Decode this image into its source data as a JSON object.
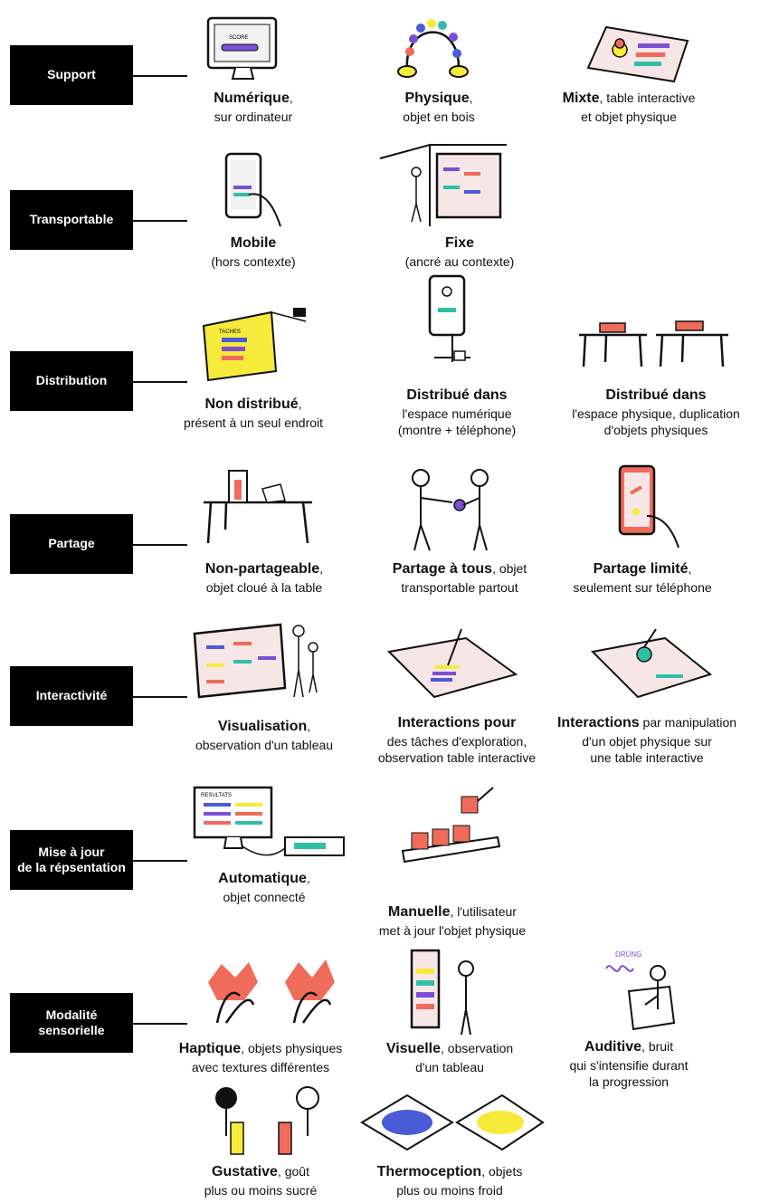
{
  "rows": [
    {
      "label": [
        "Support"
      ],
      "items": [
        {
          "bold": "Numérique",
          "rest": ",",
          "line2": "sur ordinateur"
        },
        {
          "bold": "Physique",
          "rest": ",",
          "line2": "objet en bois"
        },
        {
          "bold": "Mixte",
          "rest": ", table interactive",
          "line2": "et objet physique"
        }
      ]
    },
    {
      "label": [
        "Transportable"
      ],
      "items": [
        {
          "bold": "Mobile",
          "rest": "",
          "line2": "(hors contexte)"
        },
        {
          "bold": "Fixe",
          "rest": "",
          "line2": "(ancré au contexte)"
        }
      ]
    },
    {
      "label": [
        "Distribution"
      ],
      "items": [
        {
          "bold": "Non distribué",
          "rest": ",",
          "line2": "présent à un seul endroit"
        },
        {
          "bold": "Distribué dans",
          "rest": "",
          "line2": "l'espace numérique",
          "line3": "(montre + téléphone)"
        },
        {
          "bold": "Distribué dans",
          "rest": "",
          "line2": "l'espace physique, duplication",
          "line3": "d'objets physiques"
        }
      ]
    },
    {
      "label": [
        "Partage"
      ],
      "items": [
        {
          "bold": "Non-partageable",
          "rest": ",",
          "line2": "objet cloué à la table"
        },
        {
          "bold": "Partage à tous",
          "rest": ", objet",
          "line2": "transportable partout"
        },
        {
          "bold": "Partage limité",
          "rest": ",",
          "line2": "seulement sur téléphone"
        }
      ]
    },
    {
      "label": [
        "Interactivité"
      ],
      "items": [
        {
          "bold": "Visualisation",
          "rest": ",",
          "line2": "observation d'un tableau"
        },
        {
          "bold": "Interactions pour",
          "rest": "",
          "line2": "des tâches d'exploration,",
          "line3": "observation table interactive"
        },
        {
          "bold": "Interactions",
          "rest": " par manipulation",
          "line2": "d'un objet physique sur",
          "line3": "une table interactive"
        }
      ]
    },
    {
      "label": [
        "Mise à jour",
        "de la répsentation"
      ],
      "items": [
        {
          "bold": "Automatique",
          "rest": ",",
          "line2": "objet connecté"
        },
        {
          "bold": "Manuelle",
          "rest": ", l'utilisateur",
          "line2": "met à jour l'objet physique"
        }
      ]
    },
    {
      "label": [
        "Modalité",
        "sensorielle"
      ],
      "items": [
        {
          "bold": "Haptique",
          "rest": ", objets physiques",
          "line2": "avec textures différentes"
        },
        {
          "bold": "Visuelle",
          "rest": ", observation",
          "line2": "d'un tableau"
        },
        {
          "bold": "Auditive",
          "rest": ", bruit",
          "line2": "qui s'intensifie durant",
          "line3": "la progression"
        },
        {
          "bold": "Gustative",
          "rest": ", goût",
          "line2": "plus ou moins sucré"
        },
        {
          "bold": "Thermoception",
          "rest": ", objets",
          "line2": "plus ou moins froid"
        }
      ]
    }
  ],
  "illus_text": {
    "score": "SCORE",
    "tasks": "TACHES",
    "results": "RESULTATS",
    "drung": "DRÜNG"
  },
  "colors": {
    "purple": "#7b4fd6",
    "blue": "#4a5bd6",
    "teal": "#2fbfa6",
    "coral": "#f06b5a",
    "yellow": "#f6ea3a",
    "pink": "#f7e6e6"
  }
}
